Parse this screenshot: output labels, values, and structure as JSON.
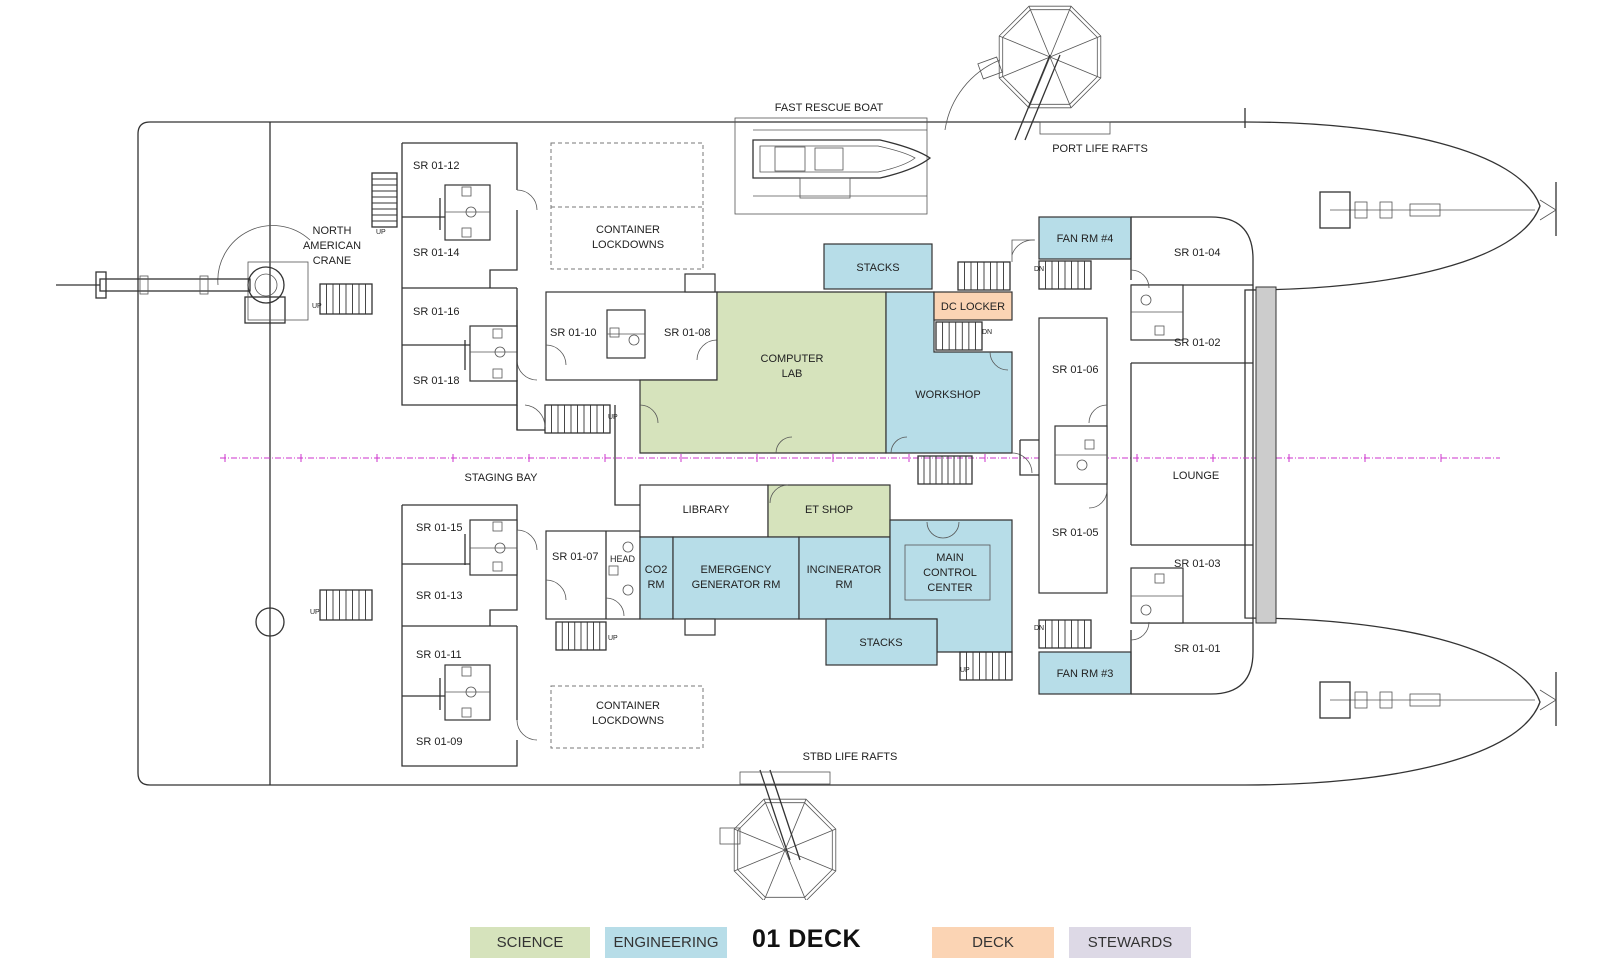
{
  "deck_title": "01 DECK",
  "colors": {
    "science": "#d6e3bc",
    "engineering": "#b7dde8",
    "deck": "#fbd4b4",
    "stewards": "#ddd9e6",
    "centerline": "#cc33cc"
  },
  "legend": {
    "science": "SCIENCE",
    "engineering": "ENGINEERING",
    "deck": "DECK",
    "stewards": "STEWARDS"
  },
  "rooms": {
    "sr_01_12": "SR 01-12",
    "sr_01_14": "SR 01-14",
    "sr_01_16": "SR 01-16",
    "sr_01_18": "SR 01-18",
    "sr_01_15": "SR 01-15",
    "sr_01_13": "SR 01-13",
    "sr_01_11": "SR 01-11",
    "sr_01_09": "SR 01-09",
    "sr_01_10": "SR 01-10",
    "sr_01_08": "SR 01-08",
    "sr_01_07": "SR 01-07",
    "sr_01_06": "SR 01-06",
    "sr_01_05": "SR 01-05",
    "sr_01_04": "SR 01-04",
    "sr_01_02": "SR 01-02",
    "sr_01_03": "SR 01-03",
    "sr_01_01": "SR 01-01",
    "head": "HEAD",
    "container_top_1": "CONTAINER",
    "container_top_2": "LOCKDOWNS",
    "container_bot_1": "CONTAINER",
    "container_bot_2": "LOCKDOWNS",
    "stacks_top": "STACKS",
    "stacks_bot": "STACKS",
    "dc_locker": "DC LOCKER",
    "computer_lab_1": "COMPUTER",
    "computer_lab_2": "LAB",
    "workshop": "WORKSHOP",
    "library": "LIBRARY",
    "et_shop": "ET SHOP",
    "co2_1": "CO2",
    "co2_2": "RM",
    "emergency_1": "EMERGENCY",
    "emergency_2": "GENERATOR RM",
    "incinerator_1": "INCINERATOR",
    "incinerator_2": "RM",
    "mcc_1": "MAIN",
    "mcc_2": "CONTROL",
    "mcc_3": "CENTER",
    "fan_rm_4": "FAN RM #4",
    "fan_rm_3": "FAN RM #3",
    "lounge": "LOUNGE",
    "staging_bay": "STAGING BAY"
  },
  "labels": {
    "fast_rescue_boat": "FAST RESCUE BOAT",
    "port_life_rafts": "PORT LIFE RAFTS",
    "stbd_life_rafts": "STBD LIFE RAFTS",
    "crane_1": "NORTH",
    "crane_2": "AMERICAN",
    "crane_3": "CRANE",
    "up": "UP",
    "dn": "DN"
  }
}
